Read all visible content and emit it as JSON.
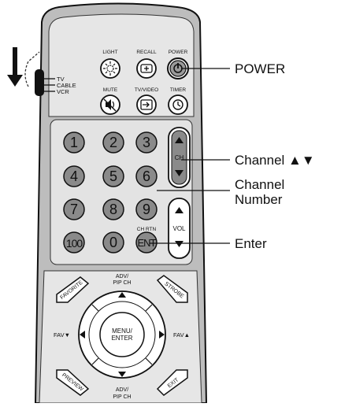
{
  "top_buttons": {
    "light": "LIGHT",
    "recall": "RECALL",
    "power": "POWER",
    "mute": "MUTE",
    "tv_video": "TV/VIDEO",
    "timer": "TIMER"
  },
  "mode_switch": [
    "TV",
    "CABLE",
    "VCR"
  ],
  "digits": [
    "1",
    "2",
    "3",
    "4",
    "5",
    "6",
    "7",
    "8",
    "9",
    "100",
    "0"
  ],
  "rocker": {
    "ch": "CH",
    "vol": "VOL"
  },
  "ch_rtn": "CH RTN",
  "ent": "ENT",
  "nav": {
    "top_line1": "ADV/",
    "top_line2": "PIP CH",
    "bottom_line1": "ADV/",
    "bottom_line2": "PIP CH",
    "left": "FAV▼",
    "right": "FAV▲",
    "center_line1": "MENU/",
    "center_line2": "ENTER",
    "favorite": "FAVORITE",
    "strobe": "STROBE",
    "preview": "PREVIEW",
    "exit": "EXIT"
  },
  "callouts": {
    "power": "POWER",
    "channel": "Channel ▲▼",
    "channel_number_line1": "Channel",
    "channel_number_line2": "Number",
    "enter": "Enter"
  }
}
